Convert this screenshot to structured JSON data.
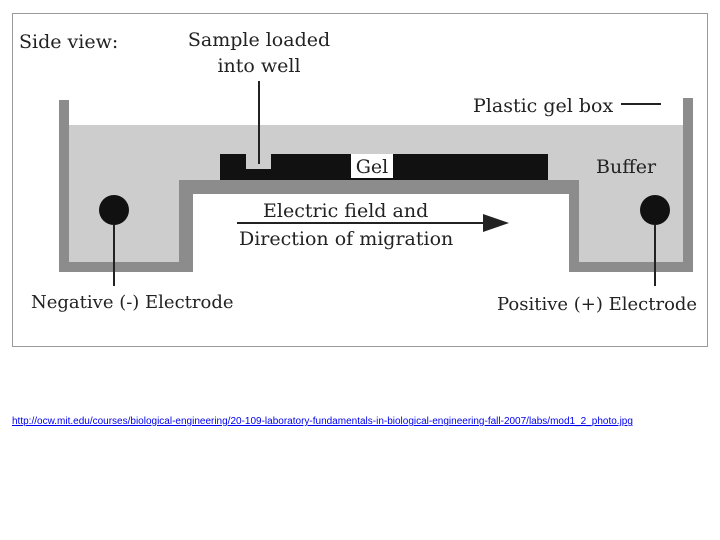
{
  "diagram": {
    "side_view": "Side view:",
    "sample_line1": "Sample loaded",
    "sample_line2": "into well",
    "plastic_gel_box": "Plastic gel box",
    "gel": "Gel",
    "buffer": "Buffer",
    "field_line1": "Electric field and",
    "field_line2": "Direction of migration",
    "negative_electrode": "Negative (-) Electrode",
    "positive_electrode": "Positive (+) Electrode"
  },
  "source_link": "http://ocw.mit.edu/courses/biological-engineering/20-109-laboratory-fundamentals-in-biological-engineering-fall-2007/labs/mod1_2_photo.jpg",
  "colors": {
    "box_wall": "#8c8c8c",
    "buffer": "#cdcdcd",
    "gel": "#111111",
    "link": "#0000ee"
  }
}
